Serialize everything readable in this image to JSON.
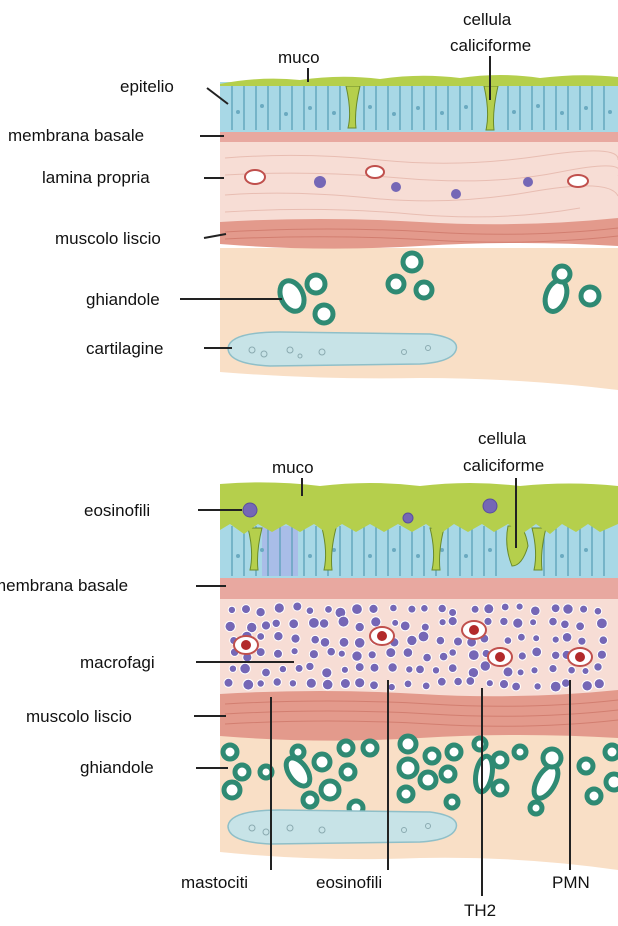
{
  "top_panel": {
    "labels": {
      "muco": "muco",
      "cellula": "cellula",
      "caliciforme": "caliciforme",
      "epitelio": "epitelio",
      "membrana_basale": "membrana basale",
      "lamina_propria": "lamina propria",
      "muscolo_liscio": "muscolo liscio",
      "ghiandole": "ghiandole",
      "cartilagine": "cartilagine"
    }
  },
  "bottom_panel": {
    "labels": {
      "muco": "muco",
      "cellula": "cellula",
      "caliciforme": "caliciforme",
      "eosinofili_left": "eosinofili",
      "membrana_basale": "membrana basale",
      "macrofagi": "macrofagi",
      "muscolo_liscio": "muscolo liscio",
      "ghiandole": "ghiandole",
      "mastociti": "mastociti",
      "eosinofili_bottom": "eosinofili",
      "th2": "TH2",
      "pmn": "PMN"
    }
  },
  "colors": {
    "mucus": "#b5cf4c",
    "epithelium": "#a8d8e6",
    "basement_membrane": "#e8a8a0",
    "lamina_propria": "#f7ddd5",
    "smooth_muscle": "#e39a8c",
    "submucosa": "#f9dfc6",
    "gland_ring": "#2f8a73",
    "cartilage": "#c7e3e7",
    "inflammatory_cell": "#7567b6"
  }
}
